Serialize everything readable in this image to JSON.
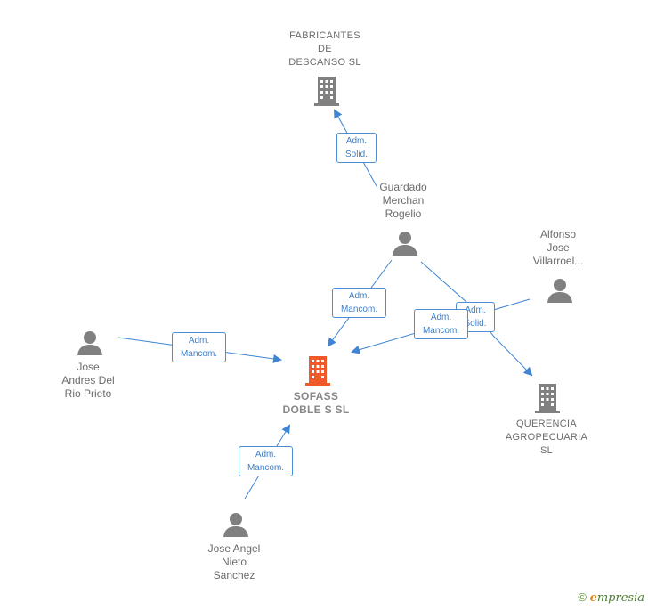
{
  "nodes": {
    "fabricantes": {
      "label": "FABRICANTES\nDE\nDESCANSO  SL",
      "type": "company"
    },
    "guardado": {
      "label": "Guardado\nMerchan\nRogelio",
      "type": "person"
    },
    "alfonso": {
      "label": "Alfonso\nJose\nVillarroel...",
      "type": "person"
    },
    "jose_andres": {
      "label": "Jose\nAndres Del\nRio Prieto",
      "type": "person"
    },
    "sofass": {
      "label": "SOFASS\nDOBLE S  SL",
      "type": "main-company"
    },
    "querencia": {
      "label": "QUERENCIA\nAGROPECUARIA\nSL",
      "type": "company"
    },
    "jose_angel": {
      "label": "Jose Angel\nNieto\nSanchez",
      "type": "person"
    }
  },
  "edges": {
    "guardado_fabricantes": "Adm.\nSolid.",
    "guardado_sofass": "Adm.\nMancom.",
    "guardado_querencia": "Adm.\nSolid.",
    "alfonso_sofass": "Adm.\nMancom.",
    "jose_andres_sofass": "Adm.\nMancom.",
    "jose_angel_sofass": "Adm.\nMancom."
  },
  "footer": {
    "copyright": "©",
    "brand_first": "e",
    "brand_rest": "mpresia"
  },
  "colors": {
    "edge": "#3f85d3",
    "node": "#808080",
    "main": "#f05a28",
    "brand_green": "#4b7f2f",
    "brand_orange": "#e08a1e"
  }
}
